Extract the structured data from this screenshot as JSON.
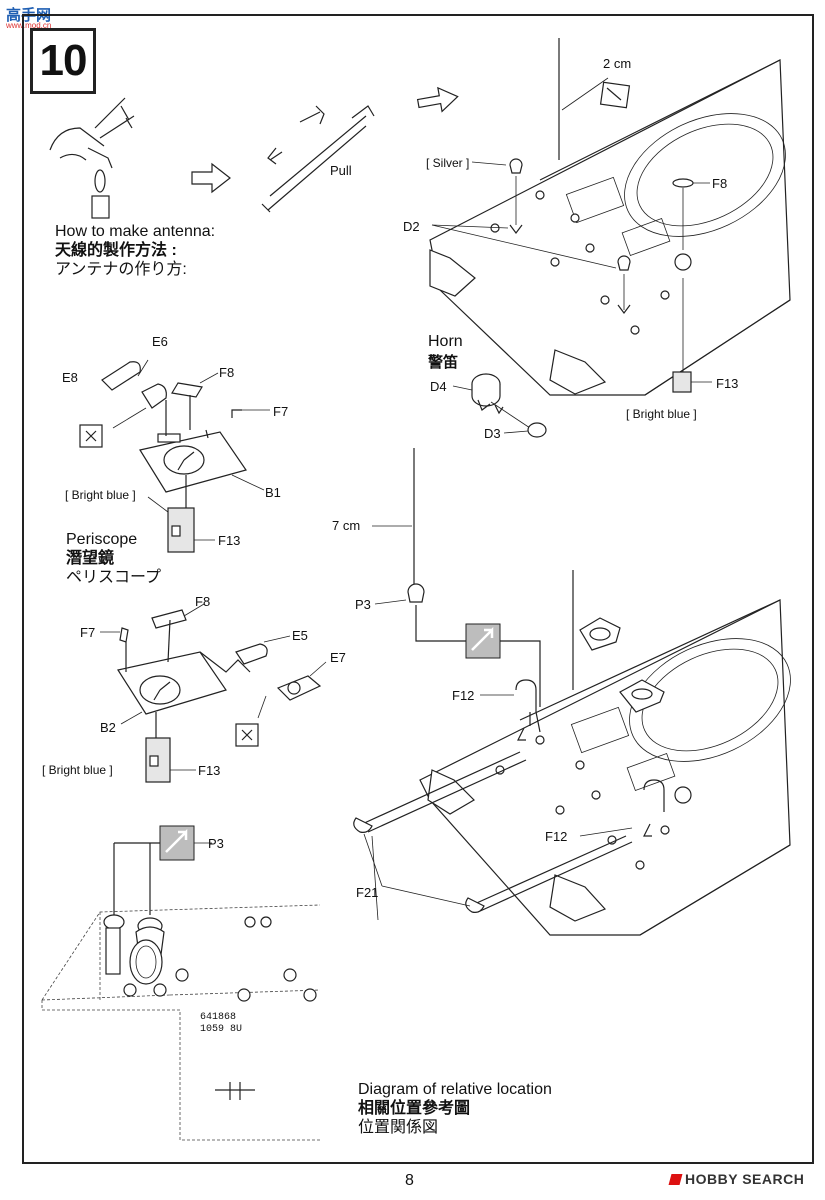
{
  "branding": {
    "top_left": "高手网",
    "top_left_sub": "www.mod.cn",
    "bottom_right": "HOBBY SEARCH"
  },
  "step_number": "10",
  "page_number": "8",
  "antenna_section": {
    "pull_label": "Pull",
    "title_en": "How to make antenna:",
    "title_zh": "天線的製作方法 :",
    "title_ja": "アンテナの作り方:"
  },
  "top_right": {
    "length_label": "2 cm",
    "silver_label": "[ Silver ]",
    "d2": "D2",
    "f8": "F8",
    "f13": "F13",
    "bright_blue": "[ Bright blue ]"
  },
  "horn": {
    "title_en": "Horn",
    "title_zh": "警笛",
    "d4": "D4",
    "d3": "D3"
  },
  "periscope": {
    "title_en": "Periscope",
    "title_zh": "潛望鏡",
    "title_ja": "ペリスコープ",
    "upper": {
      "e6": "E6",
      "e8": "E8",
      "f8": "F8",
      "f7": "F7",
      "b1": "B1",
      "f13": "F13",
      "bright_blue": "[ Bright blue ]"
    },
    "lower": {
      "f8": "F8",
      "f7": "F7",
      "e5": "E5",
      "e7": "E7",
      "b2": "B2",
      "f13": "F13",
      "bright_blue": "[ Bright blue ]"
    }
  },
  "lower_right": {
    "length_label": "7 cm",
    "p3": "P3",
    "f12_a": "F12",
    "f12_b": "F12",
    "f21": "F21"
  },
  "relative_location": {
    "p3": "P3",
    "hull_marking_1": "641868",
    "hull_marking_2": "1059 8U",
    "title_en": "Diagram of relative location",
    "title_zh": "相關位置參考圖",
    "title_ja": "位置関係図"
  }
}
